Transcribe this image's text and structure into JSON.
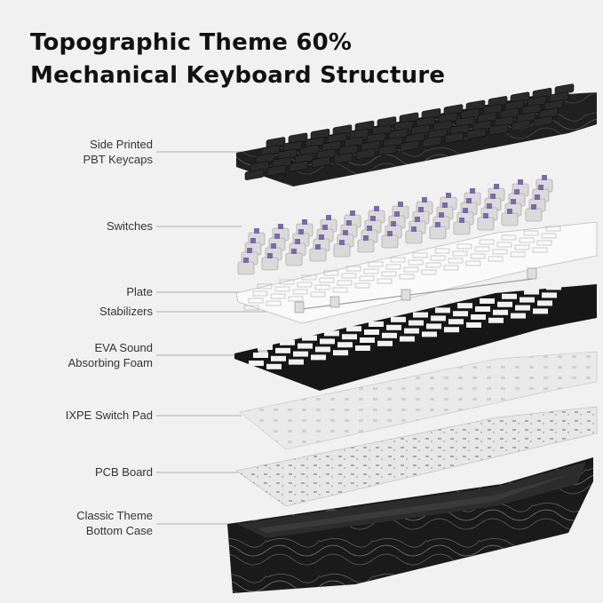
{
  "title": {
    "line1": "Topographic Theme 60%",
    "line2": "Mechanical Keyboard Structure"
  },
  "layers": [
    {
      "id": "keycaps",
      "lines": [
        "Side Printed",
        "PBT Keycaps"
      ]
    },
    {
      "id": "switches",
      "lines": [
        "Switches"
      ]
    },
    {
      "id": "plate",
      "lines": [
        "Plate"
      ]
    },
    {
      "id": "stabilizers",
      "lines": [
        "Stabilizers"
      ]
    },
    {
      "id": "foam",
      "lines": [
        "EVA Sound",
        "Absorbing Foam"
      ]
    },
    {
      "id": "switch-pad",
      "lines": [
        "IXPE Switch Pad"
      ]
    },
    {
      "id": "pcb",
      "lines": [
        "PCB Board"
      ]
    },
    {
      "id": "case",
      "lines": [
        "Classic Theme",
        "Bottom Case"
      ]
    }
  ],
  "colors": {
    "background": "#f1f1f1",
    "keycap": "#1c1c1c",
    "switch_stem": "#7b6aa8",
    "switch_housing": "#d9d9d9",
    "plate": "#fafafa",
    "foam": "#161616",
    "pad": "#e6e6e6",
    "pcb": "#eeeeee",
    "case": "#1a1a1a"
  }
}
